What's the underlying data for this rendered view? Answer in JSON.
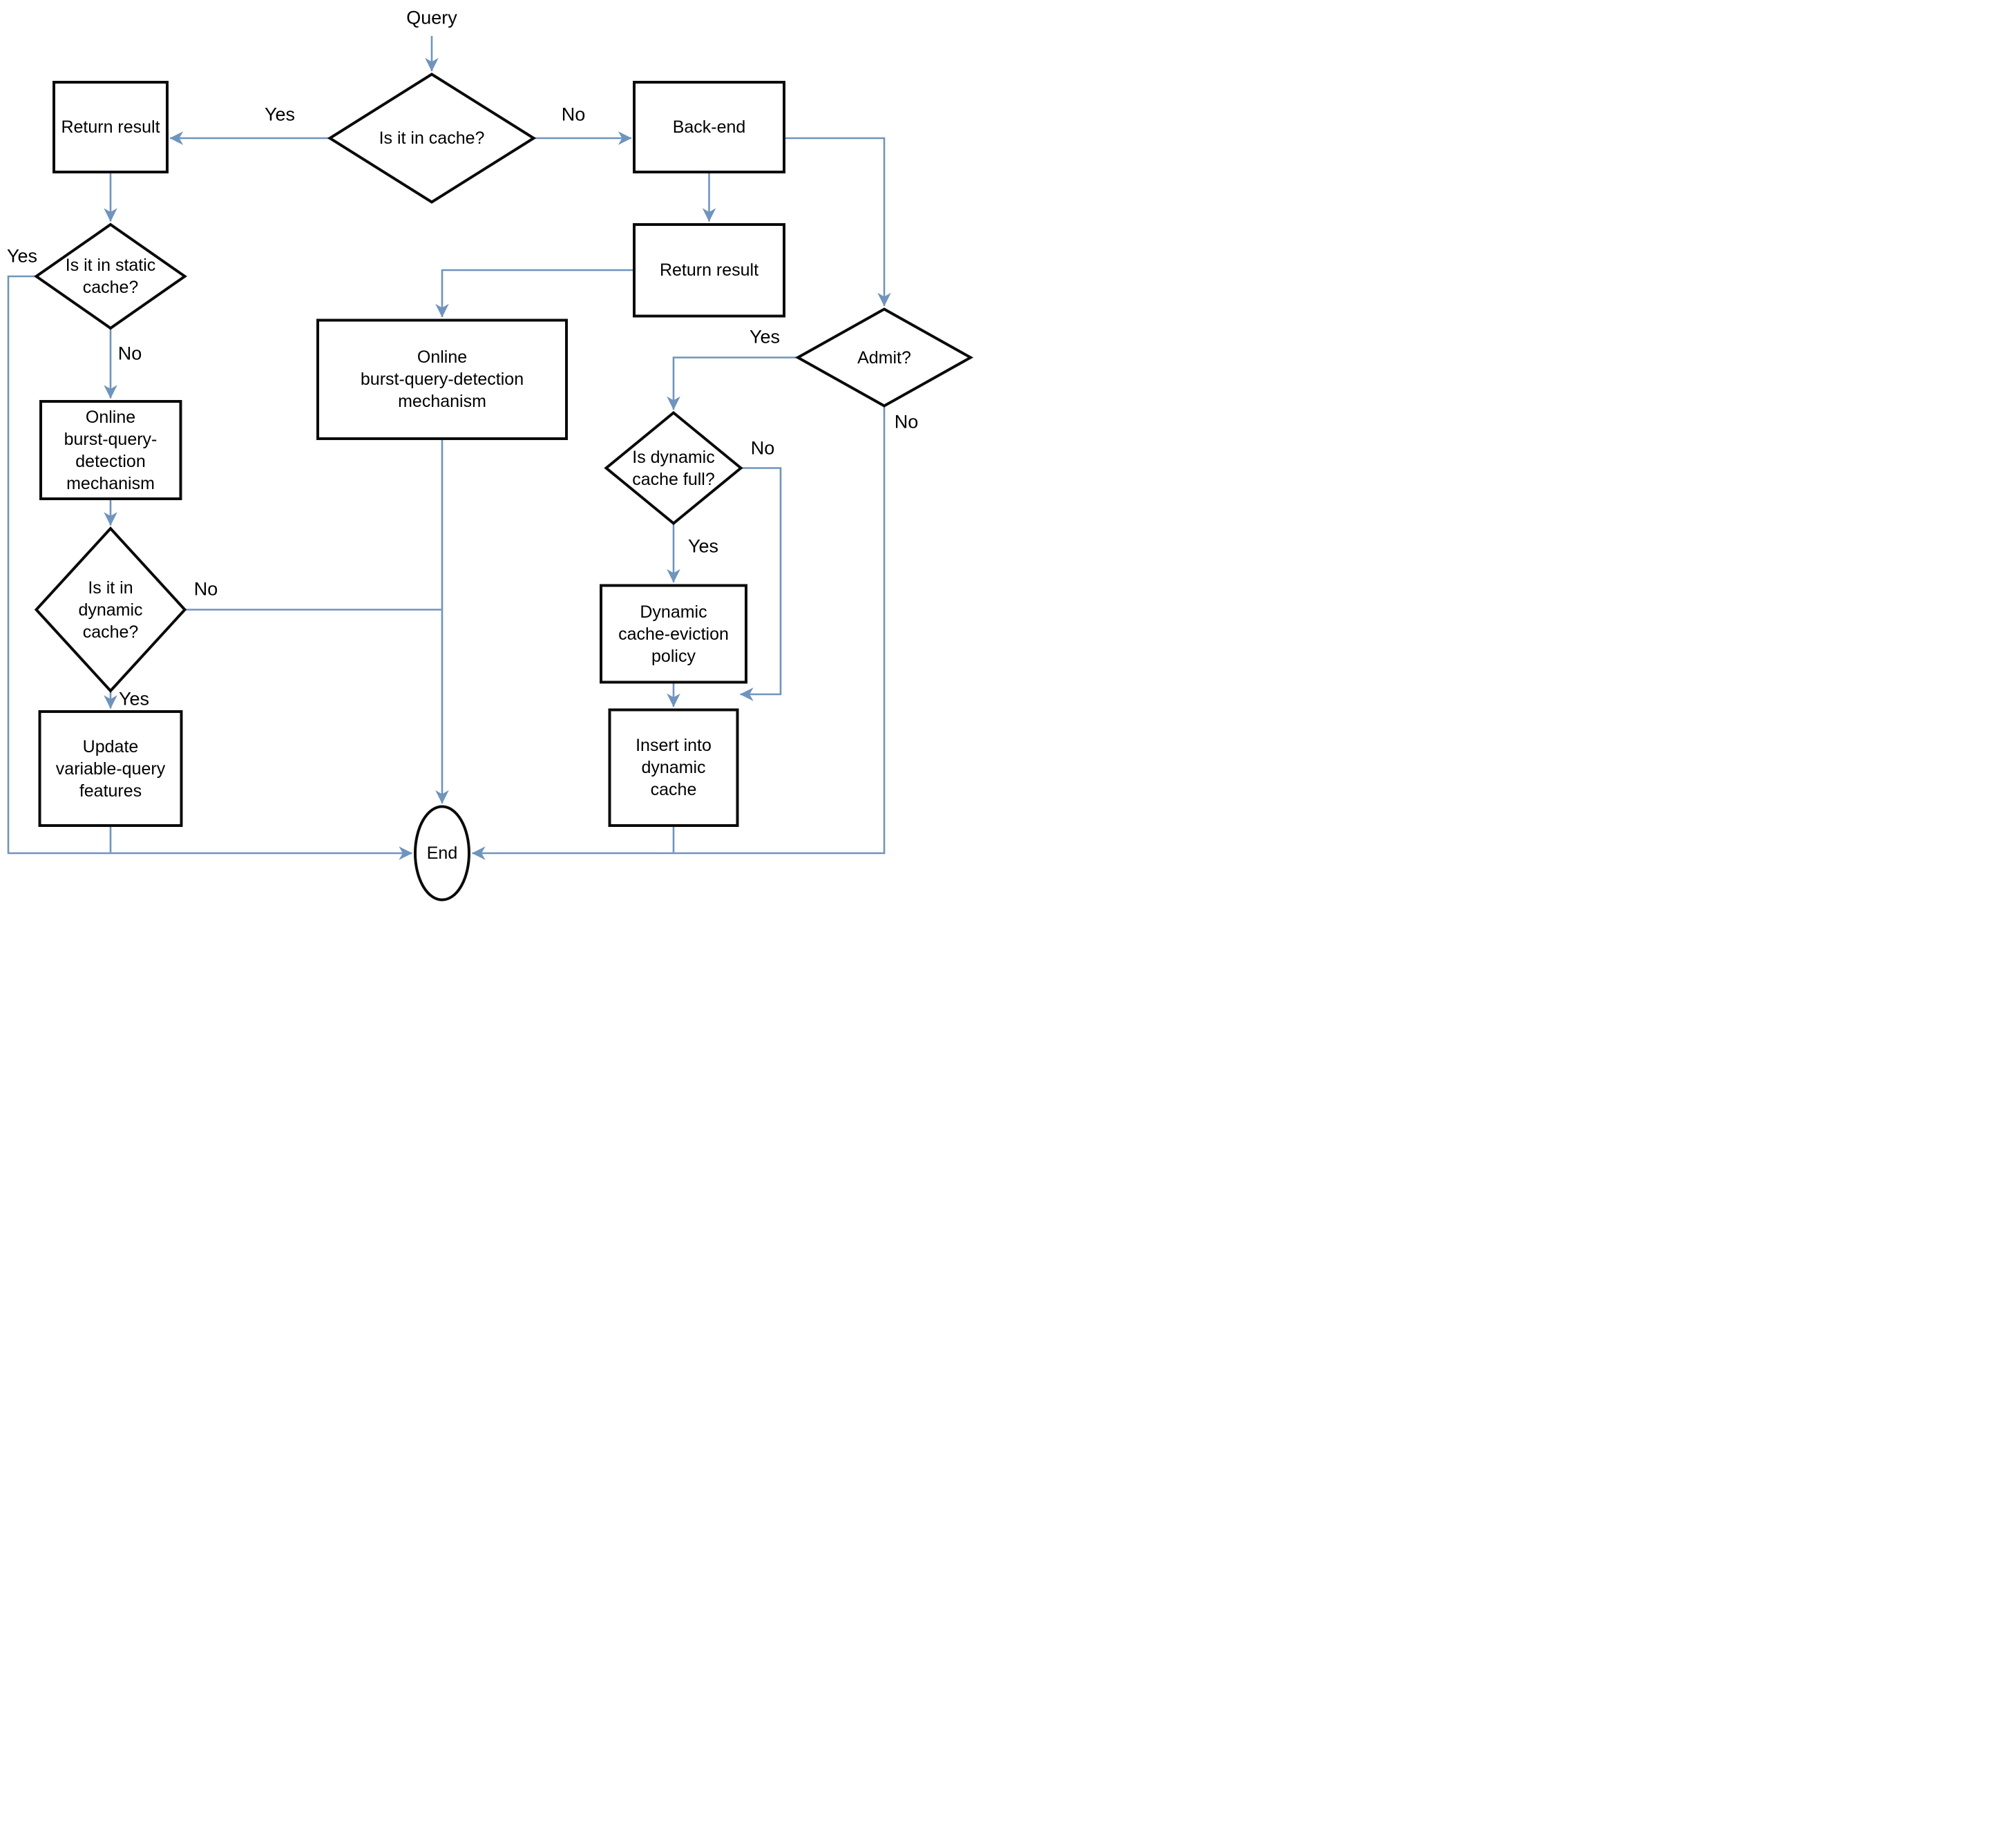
{
  "diagram": {
    "type": "flowchart",
    "start_label": "Query",
    "colors": {
      "connector": "#6f94bd",
      "ink": "#0a0a0a",
      "fill": "#ffffff",
      "text": "#000000"
    },
    "nodes": {
      "return_result_left": "Return result",
      "is_it_in_cache": "Is it in cache?",
      "back_end": "Back-end",
      "return_result_right": "Return result",
      "is_in_static_cache": "Is it in static\ncache?",
      "burst_detection_left": "Online\nburst-query-\ndetection\nmechanism",
      "is_in_dynamic_cache": "Is it in\ndynamic\ncache?",
      "update_features": "Update\nvariable-query\nfeatures",
      "burst_detection_center": "Online\nburst-query-detection\nmechanism",
      "admit": "Admit?",
      "is_dynamic_cache_full": "Is dynamic\ncache full?",
      "eviction_policy": "Dynamic\ncache-eviction\npolicy",
      "insert_into_cache": "Insert into\ndynamic\ncache",
      "end": "End"
    },
    "edge_labels": {
      "cache_yes": "Yes",
      "cache_no": "No",
      "static_yes": "Yes",
      "static_no": "No",
      "dynamic_no": "No",
      "dynamic_yes": "Yes",
      "admit_yes": "Yes",
      "admit_no": "No",
      "full_no": "No",
      "full_yes": "Yes"
    }
  }
}
